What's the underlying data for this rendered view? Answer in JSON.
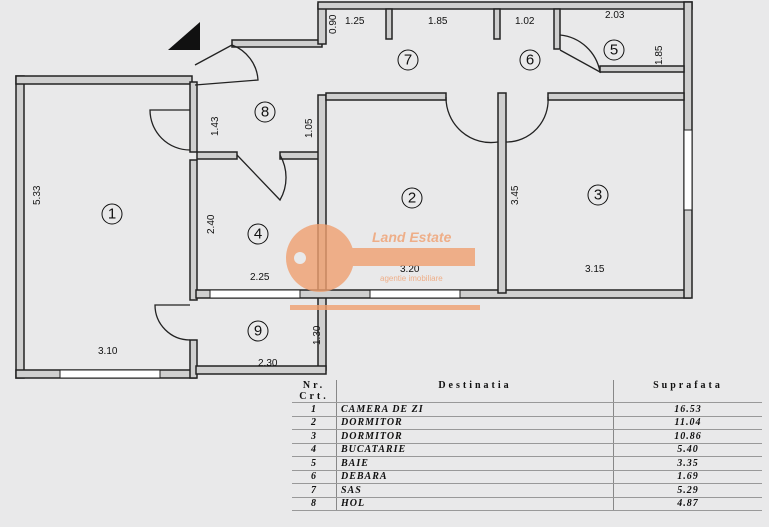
{
  "plan": {
    "rooms": [
      "1",
      "2",
      "3",
      "4",
      "5",
      "6",
      "7",
      "8",
      "9"
    ],
    "dimensions": {
      "r1_height": "5.33",
      "r1_width": "3.10",
      "r8_height": "1.43",
      "r8_right": "1.05",
      "r4_height": "2.40",
      "r4_width": "2.25",
      "r2_width": "3.20",
      "r3_height": "3.45",
      "r3_width": "3.15",
      "r9_width": "2.30",
      "r9_height": "1.30",
      "top_090": "0.90",
      "top_125": "1.25",
      "top_185": "1.85",
      "top_102": "1.02",
      "top_203": "2.03",
      "r5_height": "1.85"
    }
  },
  "watermark": {
    "brand": "Land Estate",
    "tagline": "agentie imobiliare",
    "color": "#f0a070"
  },
  "table": {
    "headers": {
      "nr": "Nr. Crt.",
      "destinatia": "Destinatia",
      "suprafata": "Suprafata"
    },
    "rows": [
      {
        "nr": "1",
        "name": "CAMERA DE ZI",
        "area": "16.53"
      },
      {
        "nr": "2",
        "name": "DORMITOR",
        "area": "11.04"
      },
      {
        "nr": "3",
        "name": "DORMITOR",
        "area": "10.86"
      },
      {
        "nr": "4",
        "name": "BUCATARIE",
        "area": "5.40"
      },
      {
        "nr": "5",
        "name": "BAIE",
        "area": "3.35"
      },
      {
        "nr": "6",
        "name": "DEBARA",
        "area": "1.69"
      },
      {
        "nr": "7",
        "name": "SAS",
        "area": "5.29"
      },
      {
        "nr": "8",
        "name": "HOL",
        "area": "4.87"
      }
    ]
  }
}
